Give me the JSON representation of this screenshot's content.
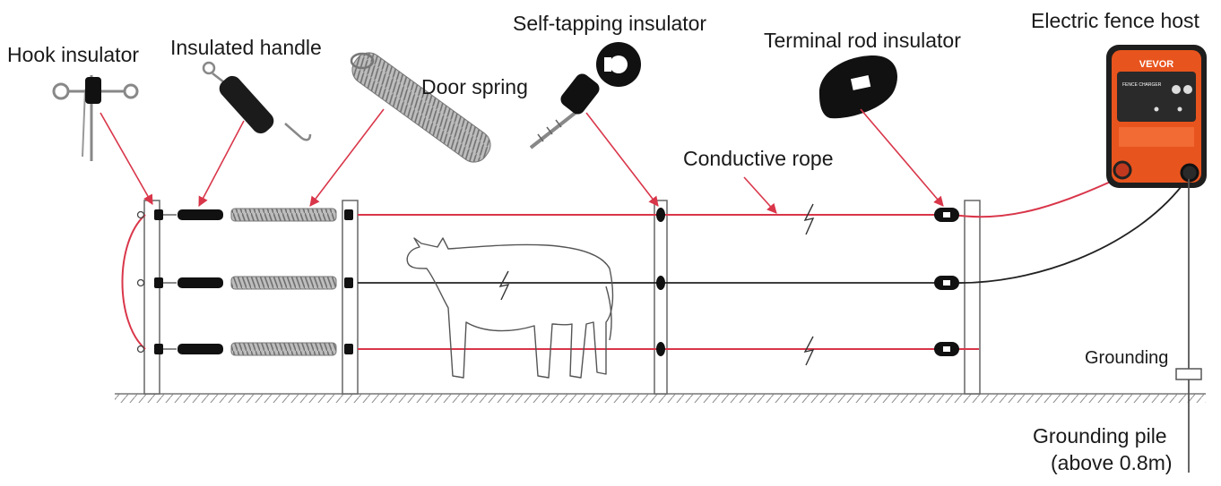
{
  "labels": {
    "hook_insulator": "Hook insulator",
    "insulated_handle": "Insulated handle",
    "door_spring": "Door spring",
    "self_tapping_insulator": "Self-tapping insulator",
    "terminal_rod_insulator": "Terminal rod insulator",
    "electric_fence_host": "Electric fence host",
    "conductive_rope": "Conductive rope",
    "grounding": "Grounding",
    "grounding_pile_line1": "Grounding pile",
    "grounding_pile_line2": "(above 0.8m)"
  },
  "host": {
    "brand": "VEVOR",
    "model_text": "FENCE CHARGER"
  },
  "colors": {
    "wire_live": "#d9364a",
    "wire_neutral": "#222222",
    "host_orange": "#e8541e",
    "spring_gray": "#9a9a9a",
    "post_outline": "#666666"
  }
}
